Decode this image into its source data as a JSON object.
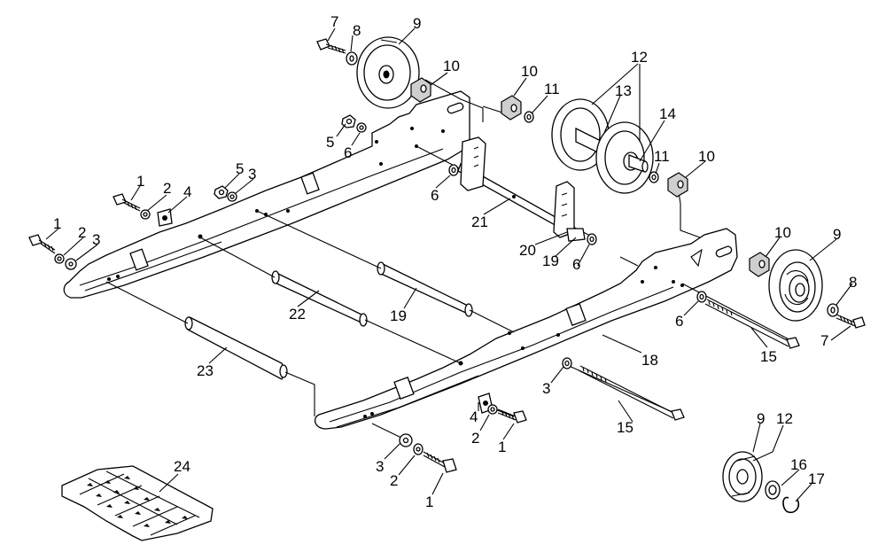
{
  "diagram": {
    "callouts": [
      {
        "id": "c7a",
        "label": "7"
      },
      {
        "id": "c8a",
        "label": "8"
      },
      {
        "id": "c9a",
        "label": "9"
      },
      {
        "id": "c10a",
        "label": "10"
      },
      {
        "id": "c10b",
        "label": "10"
      },
      {
        "id": "c11a",
        "label": "11"
      },
      {
        "id": "c12a",
        "label": "12"
      },
      {
        "id": "c13",
        "label": "13"
      },
      {
        "id": "c14",
        "label": "14"
      },
      {
        "id": "c5a",
        "label": "5"
      },
      {
        "id": "c6a",
        "label": "6"
      },
      {
        "id": "c11b",
        "label": "11"
      },
      {
        "id": "c10c",
        "label": "10"
      },
      {
        "id": "c1a",
        "label": "1"
      },
      {
        "id": "c2a",
        "label": "2"
      },
      {
        "id": "c4a",
        "label": "4"
      },
      {
        "id": "c5b",
        "label": "5"
      },
      {
        "id": "c3a",
        "label": "3"
      },
      {
        "id": "c6b",
        "label": "6"
      },
      {
        "id": "c21",
        "label": "21"
      },
      {
        "id": "c1b",
        "label": "1"
      },
      {
        "id": "c2b",
        "label": "2"
      },
      {
        "id": "c3b",
        "label": "3"
      },
      {
        "id": "c20",
        "label": "20"
      },
      {
        "id": "c19a",
        "label": "19"
      },
      {
        "id": "c6c",
        "label": "6"
      },
      {
        "id": "c10d",
        "label": "10"
      },
      {
        "id": "c9b",
        "label": "9"
      },
      {
        "id": "c8b",
        "label": "8"
      },
      {
        "id": "c7b",
        "label": "7"
      },
      {
        "id": "c6d",
        "label": "6"
      },
      {
        "id": "c22",
        "label": "22"
      },
      {
        "id": "c19b",
        "label": "19"
      },
      {
        "id": "c15a",
        "label": "15"
      },
      {
        "id": "c18",
        "label": "18"
      },
      {
        "id": "c23",
        "label": "23"
      },
      {
        "id": "c3c",
        "label": "3"
      },
      {
        "id": "c4b",
        "label": "4"
      },
      {
        "id": "c2c",
        "label": "2"
      },
      {
        "id": "c1c",
        "label": "1"
      },
      {
        "id": "c15b",
        "label": "15"
      },
      {
        "id": "c3d",
        "label": "3"
      },
      {
        "id": "c2d",
        "label": "2"
      },
      {
        "id": "c1d",
        "label": "1"
      },
      {
        "id": "c24",
        "label": "24"
      },
      {
        "id": "c9c",
        "label": "9"
      },
      {
        "id": "c12b",
        "label": "12"
      },
      {
        "id": "c16",
        "label": "16"
      },
      {
        "id": "c17",
        "label": "17"
      }
    ]
  }
}
